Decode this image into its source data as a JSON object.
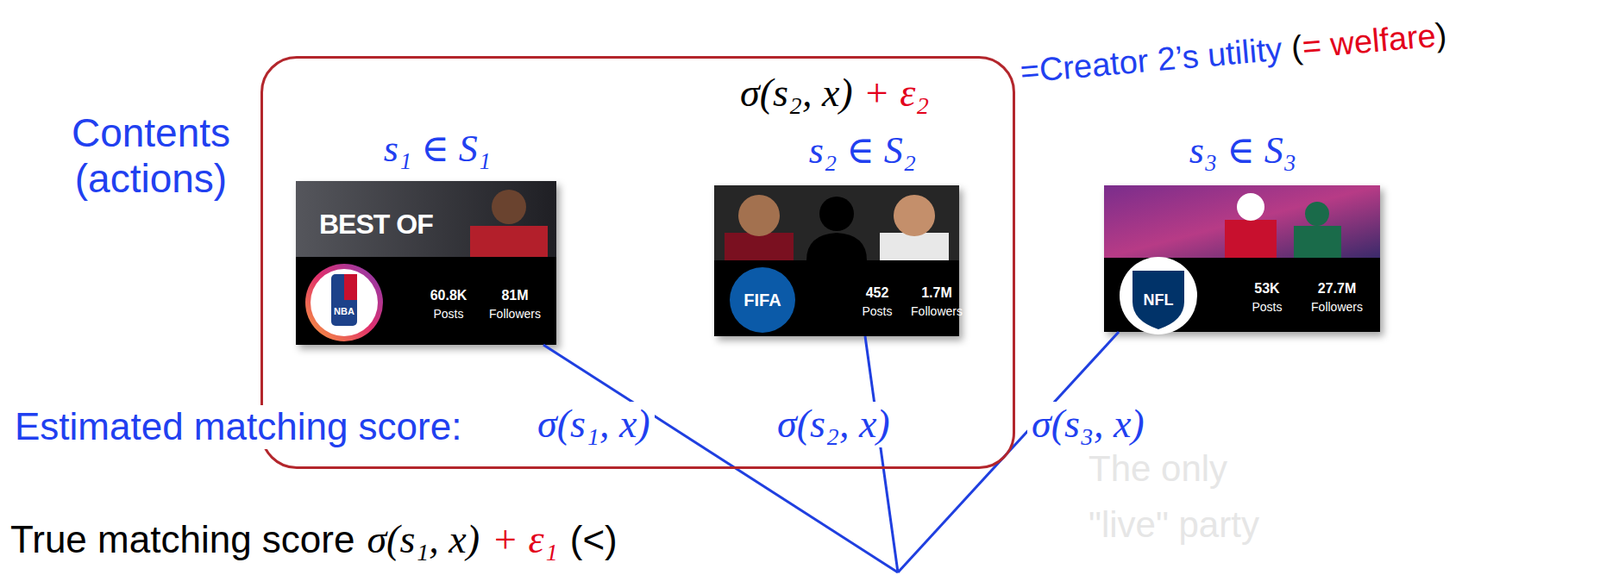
{
  "diagram": {
    "nodes": [
      {
        "text": [
          "σ(s₂, x)",
          "+ ε₂"
        ]
      },
      {
        "text": [
          "s₁ ∈ S₁",
          "BEST OF",
          "NBA",
          "60.8K",
          "Posts",
          "81M",
          "Followers"
        ],
        "in": 0
      },
      {
        "text": [
          "s₂ ∈ S₂",
          "FIFA",
          "452",
          "Posts",
          "1.7M",
          "Followers"
        ],
        "in": 0
      },
      {
        "text": [
          "s₃ ∈ S₃",
          "NFL",
          "53K",
          "Posts",
          "27.7M",
          "Followers"
        ]
      }
    ],
    "labels": [
      "=Creator 2’s utility",
      "(",
      "= welfare",
      ")",
      "Contents (actions)",
      "Estimated matching score:",
      "σ(s₁, x)",
      "σ(s₂, x)",
      "σ(s₃, x)",
      "True matching score",
      "σ(s₁, x)",
      "+ ε₁",
      "(<)",
      "The only",
      "\"live\" party"
    ]
  }
}
